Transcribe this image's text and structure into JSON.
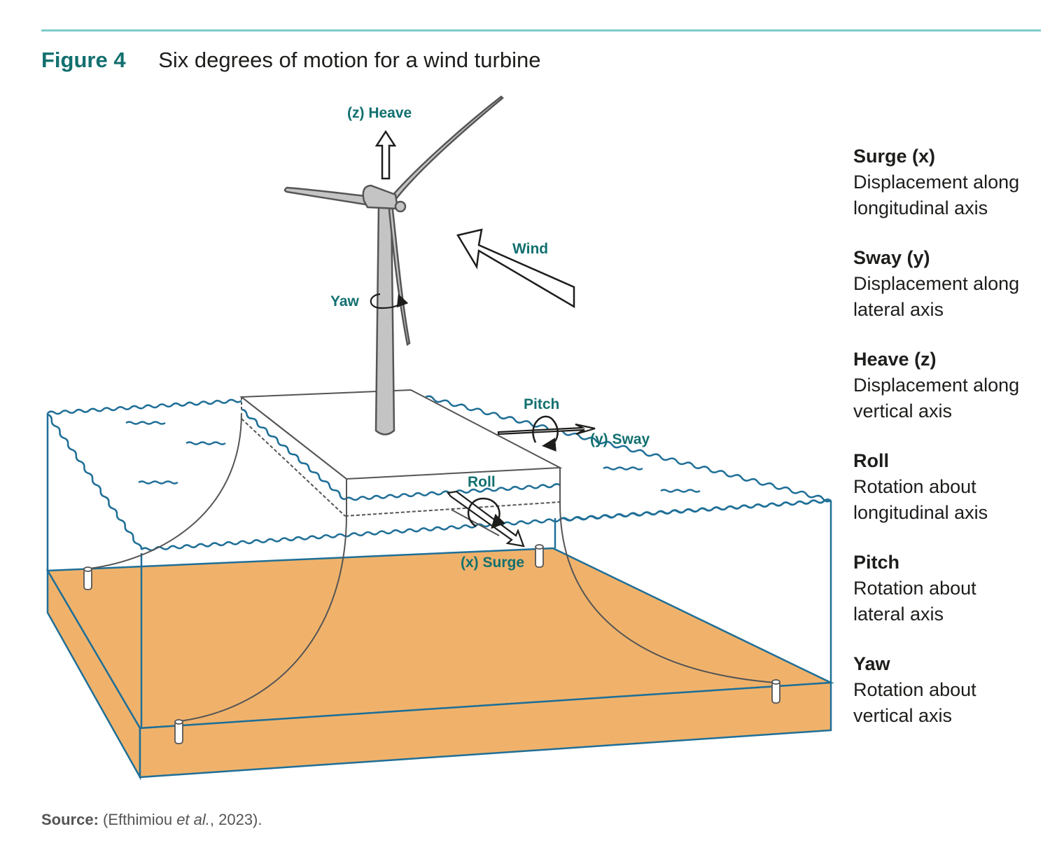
{
  "figure": {
    "number": "Figure 4",
    "title": "Six degrees of motion for a wind turbine"
  },
  "colors": {
    "accent_teal": "#12706f",
    "rule": "#7ccccb",
    "water_line": "#1f6f97",
    "seabed": "#f0b26b",
    "turbine_gray": "#c4c4c4",
    "outline": "#555555"
  },
  "diagram_labels": {
    "heave": "(z) Heave",
    "wind": "Wind",
    "yaw": "Yaw",
    "pitch": "Pitch",
    "sway": "(y) Sway",
    "roll": "Roll",
    "surge": "(x) Surge"
  },
  "legend": [
    {
      "term": "Surge (x)",
      "desc_line1": "Displacement along",
      "desc_line2": "longitudinal axis"
    },
    {
      "term": "Sway (y)",
      "desc_line1": "Displacement along",
      "desc_line2": "lateral axis"
    },
    {
      "term": "Heave (z)",
      "desc_line1": "Displacement along",
      "desc_line2": "vertical axis"
    },
    {
      "term": "Roll",
      "desc_line1": "Rotation about",
      "desc_line2": "longitudinal axis"
    },
    {
      "term": "Pitch",
      "desc_line1": "Rotation about",
      "desc_line2": "lateral axis"
    },
    {
      "term": "Yaw",
      "desc_line1": "Rotation about",
      "desc_line2": "vertical axis"
    }
  ],
  "source": {
    "label": "Source:",
    "pre": " (Efthimiou ",
    "italic": "et al.",
    "post": ", 2023)."
  }
}
